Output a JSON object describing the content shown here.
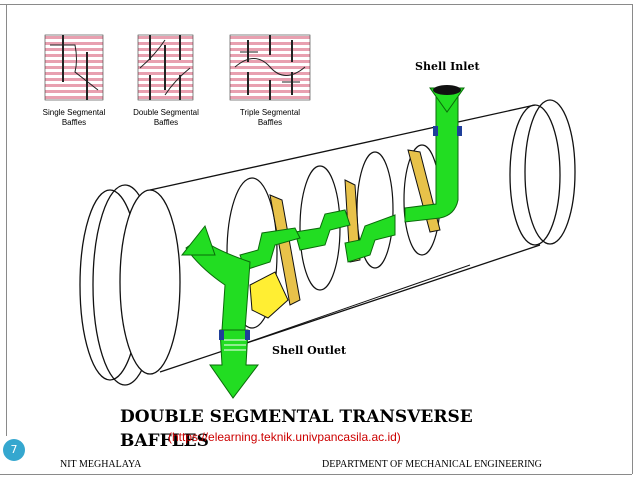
{
  "thumbnails": [
    {
      "label_line1": "Single Segmental",
      "label_line2": "Baffles"
    },
    {
      "label_line1": "Double Segmental",
      "label_line2": "Baffles"
    },
    {
      "label_line1": "Triple Segmental",
      "label_line2": "Baffles"
    }
  ],
  "labels": {
    "shell_inlet": "Shell Inlet",
    "shell_outlet": "Shell Outlet"
  },
  "title": {
    "line1": "DOUBLE SEGMENTAL TRANSVERSE",
    "line2": "BAFFLES"
  },
  "url": "(https://elearning.teknik.univpancasila.ac.id)",
  "slide_number": "7",
  "footer": {
    "left": "NIT MEGHALAYA",
    "right": "DEPARTMENT OF MECHANICAL ENGINEERING"
  },
  "colors": {
    "flow": "#22dd22",
    "baffle": "#e8c24a",
    "highlight": "#ffee33",
    "accent": "#35a7cf",
    "tube_stripe": "#e8a0b0"
  }
}
